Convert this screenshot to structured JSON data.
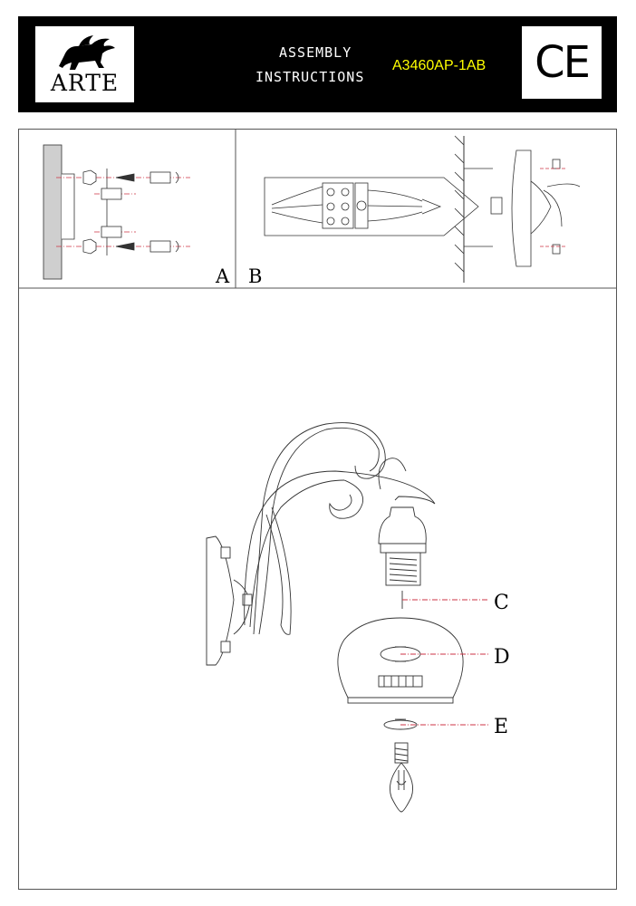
{
  "header": {
    "brand": "ARTE",
    "title_line1": "ASSEMBLY",
    "title_line2": "INSTRUCTIONS",
    "model": "A3460AP-1AB",
    "ce_mark": "CE"
  },
  "panels": {
    "a_label": "A",
    "b_label": "B"
  },
  "parts": {
    "c_label": "C",
    "d_label": "D",
    "e_label": "E"
  },
  "colors": {
    "header_bg": "#000000",
    "model_text": "#ffff00",
    "dash_line": "#cc3344"
  }
}
